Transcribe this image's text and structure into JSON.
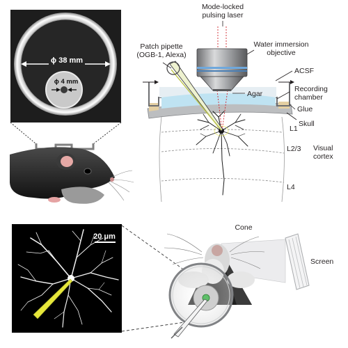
{
  "colors": {
    "laser_red": "#d2232a",
    "agar_blue": "#bfe3f2",
    "pipette_yellow": "#e6e63a",
    "neuron_dark": "#1a1a1a",
    "photo_bg": "#1d1d1d"
  },
  "icons": [
    "mouse-illustration",
    "microscope-objective",
    "neuron",
    "screen-icon",
    "cone-icon"
  ],
  "photo_inset": {
    "outer_diameter": "ϕ 38 mm",
    "inner_diameter": "ϕ 4 mm"
  },
  "setup": {
    "laser": "Mode-locked\npulsing laser",
    "objective": "Water immersion\nobjective",
    "pipette": "Patch pipette\n(OGB-1, Alexa)",
    "acsf": "ACSF",
    "agar": "Agar",
    "chamber": "Recording\nchamber",
    "glue": "Glue",
    "skull": "Skull",
    "layers": [
      "L1",
      "L2/3",
      "L4"
    ],
    "cortex": "Visual\ncortex"
  },
  "neuron_image": {
    "scale_bar": "20 μm"
  },
  "stimulus": {
    "cone": "Cone",
    "screen": "Screen"
  }
}
